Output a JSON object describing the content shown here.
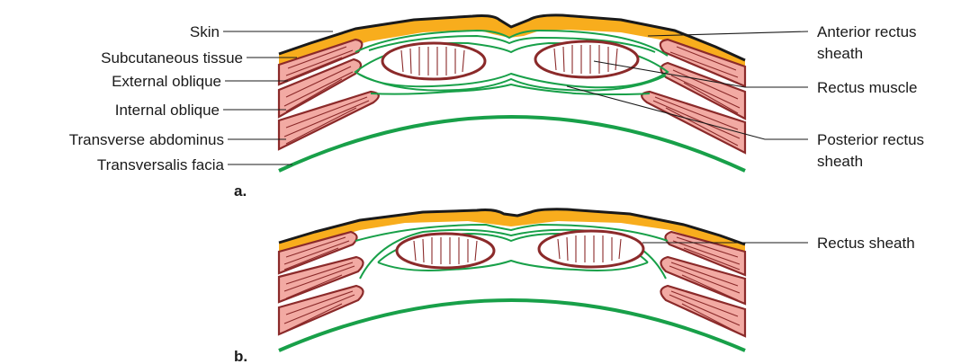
{
  "colors": {
    "skin": "#1a1a1a",
    "subcutaneous": "#f8ad1d",
    "fascia": "#18a049",
    "muscle_fill": "#f2aaa3",
    "muscle_outline": "#8b2a2a"
  },
  "labels": {
    "skin": "Skin",
    "subcutaneous": "Subcutaneous tissue",
    "external_oblique": "External oblique",
    "internal_oblique": "Internal oblique",
    "transverse_abdominus": "Transverse abdominus",
    "transversalis_facia": "Transversalis facia",
    "anterior_rectus_sheath": [
      "Anterior rectus",
      "sheath"
    ],
    "rectus_muscle": "Rectus muscle",
    "posterior_rectus_sheath": [
      "Posterior rectus",
      "sheath"
    ],
    "rectus_sheath": "Rectus sheath"
  },
  "panels": {
    "a": "a.",
    "b": "b."
  }
}
